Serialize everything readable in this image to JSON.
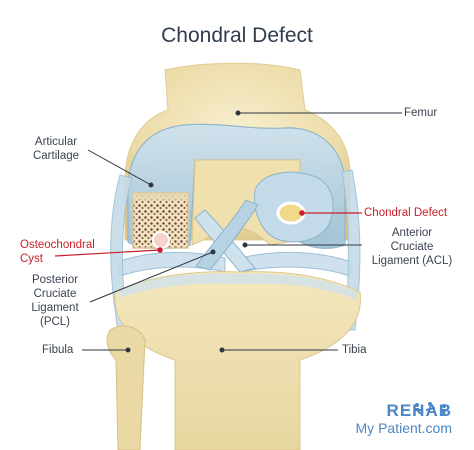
{
  "title": "Chondral Defect",
  "labels": {
    "femur": "Femur",
    "articular_cartilage_1": "Articular",
    "articular_cartilage_2": "Cartilage",
    "chondral_defect": "Chondral Defect",
    "osteochondral_cyst_1": "Osteochondral",
    "osteochondral_cyst_2": "Cyst",
    "acl_1": "Anterior",
    "acl_2": "Cruciate",
    "acl_3": "Ligament (ACL)",
    "pcl_1": "Posterior",
    "pcl_2": "Cruciate",
    "pcl_3": "Ligament",
    "pcl_4": "(PCL)",
    "fibula": "Fibula",
    "tibia": "Tibia"
  },
  "brand": {
    "line1": "REHAB",
    "line2": "My Patient.com"
  },
  "colors": {
    "title": "#2f3d4d",
    "label": "#3b4452",
    "highlight": "#c8202a",
    "bone": "#efe2b3",
    "cartilage": "#b9d3e3",
    "brand": "#4b86c6"
  }
}
